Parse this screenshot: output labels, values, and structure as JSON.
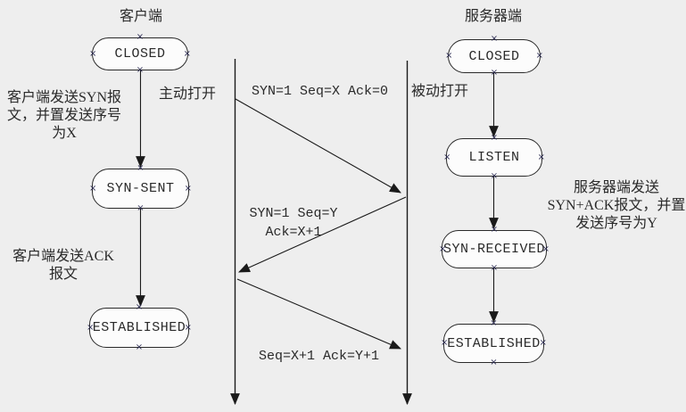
{
  "client": {
    "title": "客户端",
    "states": {
      "closed": "CLOSED",
      "syn_sent": "SYN-SENT",
      "established": "ESTABLISHED"
    },
    "notes": {
      "open": "主动打开",
      "syn": "客户端发送SYN报\n文，并置发送序号\n为X",
      "ack": "客户端发送ACK\n报文"
    }
  },
  "server": {
    "title": "服务器端",
    "states": {
      "closed": "CLOSED",
      "listen": "LISTEN",
      "syn_received": "SYN-RECEIVED",
      "established": "ESTABLISHED"
    },
    "notes": {
      "open": "被动打开",
      "synack": "服务器端发送\nSYN+ACK报文，并置\n发送序号为Y"
    }
  },
  "messages": {
    "syn": "SYN=1 Seq=X Ack=0",
    "synack": "SYN=1 Seq=Y\nAck=X+1",
    "ack": "Seq=X+1 Ack=Y+1"
  },
  "icons": {
    "handle_glyph": "×"
  },
  "colors": {
    "background": "#eeeeee",
    "line": "#1a1a1a",
    "box_fill": "#fcfcfc",
    "handle": "#2b2b52"
  }
}
